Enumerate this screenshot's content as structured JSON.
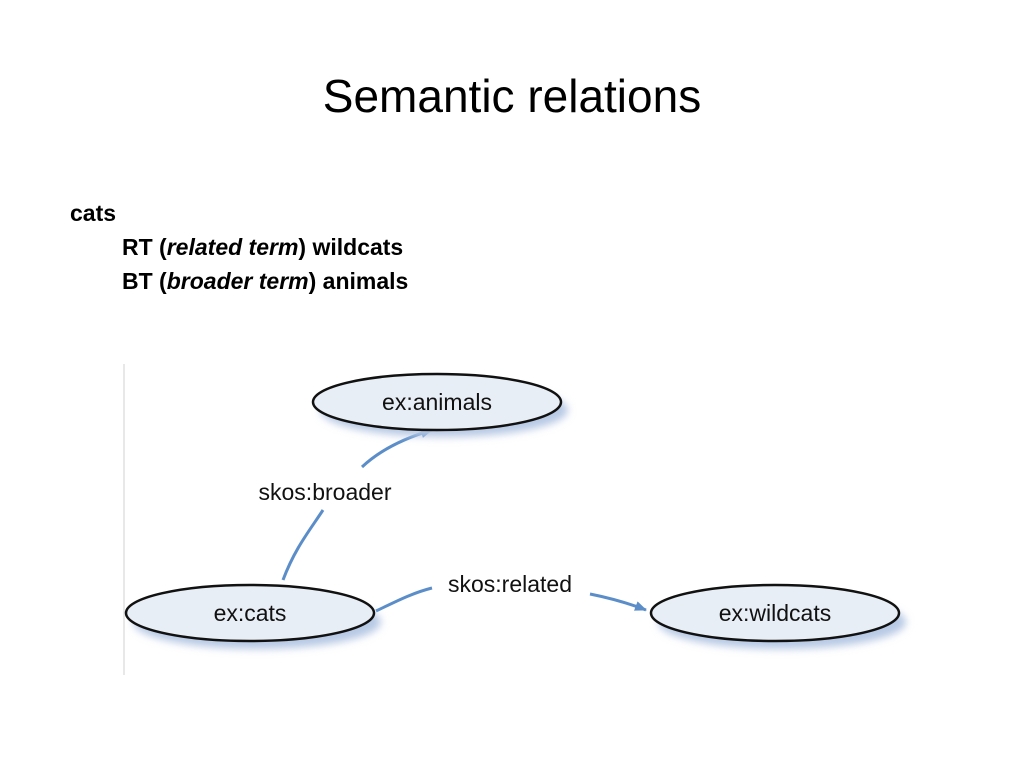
{
  "slide": {
    "title": "Semantic relations"
  },
  "thesaurus": {
    "term": "cats",
    "relations": [
      {
        "code": "RT",
        "gloss": "related term",
        "target": "wildcats"
      },
      {
        "code": "BT",
        "gloss": "broader term",
        "target": "animals"
      }
    ]
  },
  "diagram": {
    "nodes": [
      {
        "id": "animals",
        "label": "ex:animals"
      },
      {
        "id": "cats",
        "label": "ex:cats"
      },
      {
        "id": "wildcats",
        "label": "ex:wildcats"
      }
    ],
    "edges": [
      {
        "from": "cats",
        "to": "animals",
        "label": "skos:broader"
      },
      {
        "from": "cats",
        "to": "wildcats",
        "label": "skos:related"
      }
    ],
    "colors": {
      "node_fill": "#e8eef5",
      "node_stroke": "#111111",
      "edge": "#5b8ec9",
      "shadow": "#b7c9e4"
    }
  }
}
